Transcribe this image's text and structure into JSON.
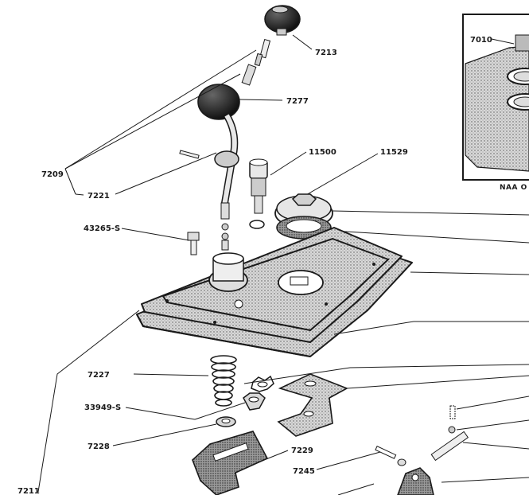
{
  "labels": {
    "l7213": "7213",
    "l7277": "7277",
    "l7209": "7209",
    "l7221": "7221",
    "l11500": "11500",
    "l11529": "11529",
    "l43265s": "43265-S",
    "l7227": "7227",
    "l33949s": "33949-S",
    "l7228": "7228",
    "l7229": "7229",
    "l7245": "7245",
    "l7211": "7211",
    "l7010": "7010",
    "inset_caption": "NAA O"
  },
  "colors": {
    "ink": "#1a1a1a",
    "paper": "#ffffff",
    "stipple": "#cfcfcf"
  }
}
